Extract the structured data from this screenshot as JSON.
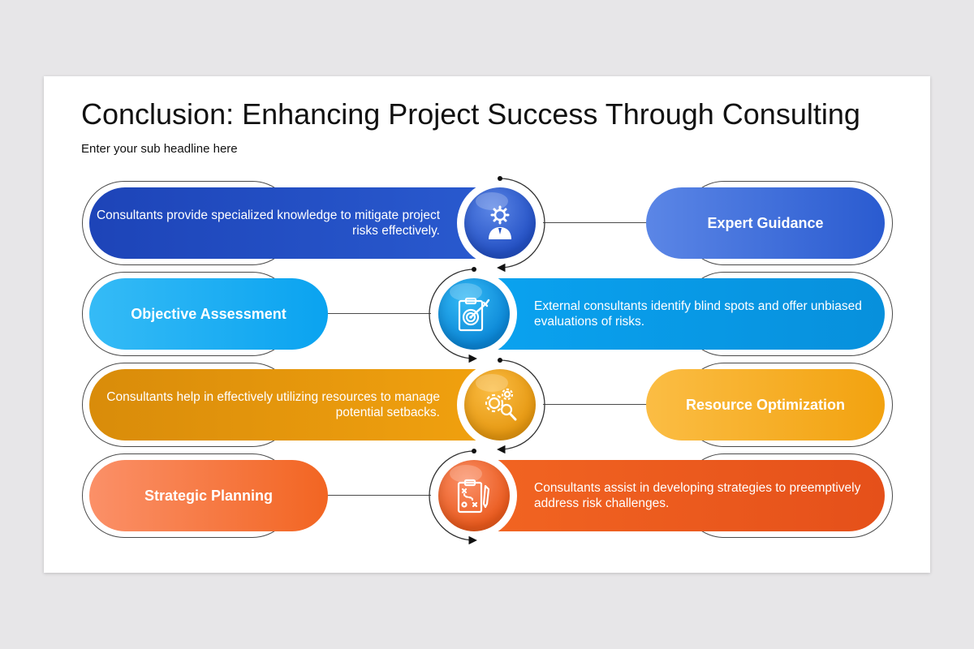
{
  "header": {
    "title": "Conclusion: Enhancing Project Success Through Consulting",
    "subtitle": "Enter your sub headline here"
  },
  "rows": [
    {
      "label": "Expert Guidance",
      "description": "Consultants provide specialized knowledge to mitigate project risks effectively.",
      "icon": "consultant-gear-icon",
      "side": "description-left",
      "colors": {
        "main": "#2a5bd0",
        "dark": "#1d44b8",
        "light": "#5b86e6",
        "circle": "#2350c4"
      }
    },
    {
      "label": "Objective Assessment",
      "description": "External consultants identify blind spots and offer unbiased evaluations of risks.",
      "icon": "target-clipboard-icon",
      "side": "description-right",
      "colors": {
        "main": "#0aa3f0",
        "dark": "#0790dc",
        "light": "#35bbf6",
        "circle": "#0b86d6"
      }
    },
    {
      "label": "Resource Optimization",
      "description": "Consultants help in effectively utilizing resources to manage potential setbacks.",
      "icon": "gears-search-icon",
      "side": "description-left",
      "colors": {
        "main": "#f2a20f",
        "dark": "#d98c0a",
        "light": "#fbbd44",
        "circle": "#e59710"
      }
    },
    {
      "label": "Strategic Planning",
      "description": "Consultants assist in developing strategies to preemptively address risk challenges.",
      "icon": "strategy-board-icon",
      "side": "description-right",
      "colors": {
        "main": "#f26522",
        "dark": "#e5501a",
        "light": "#fb9068",
        "circle": "#ea5a1d"
      }
    }
  ]
}
